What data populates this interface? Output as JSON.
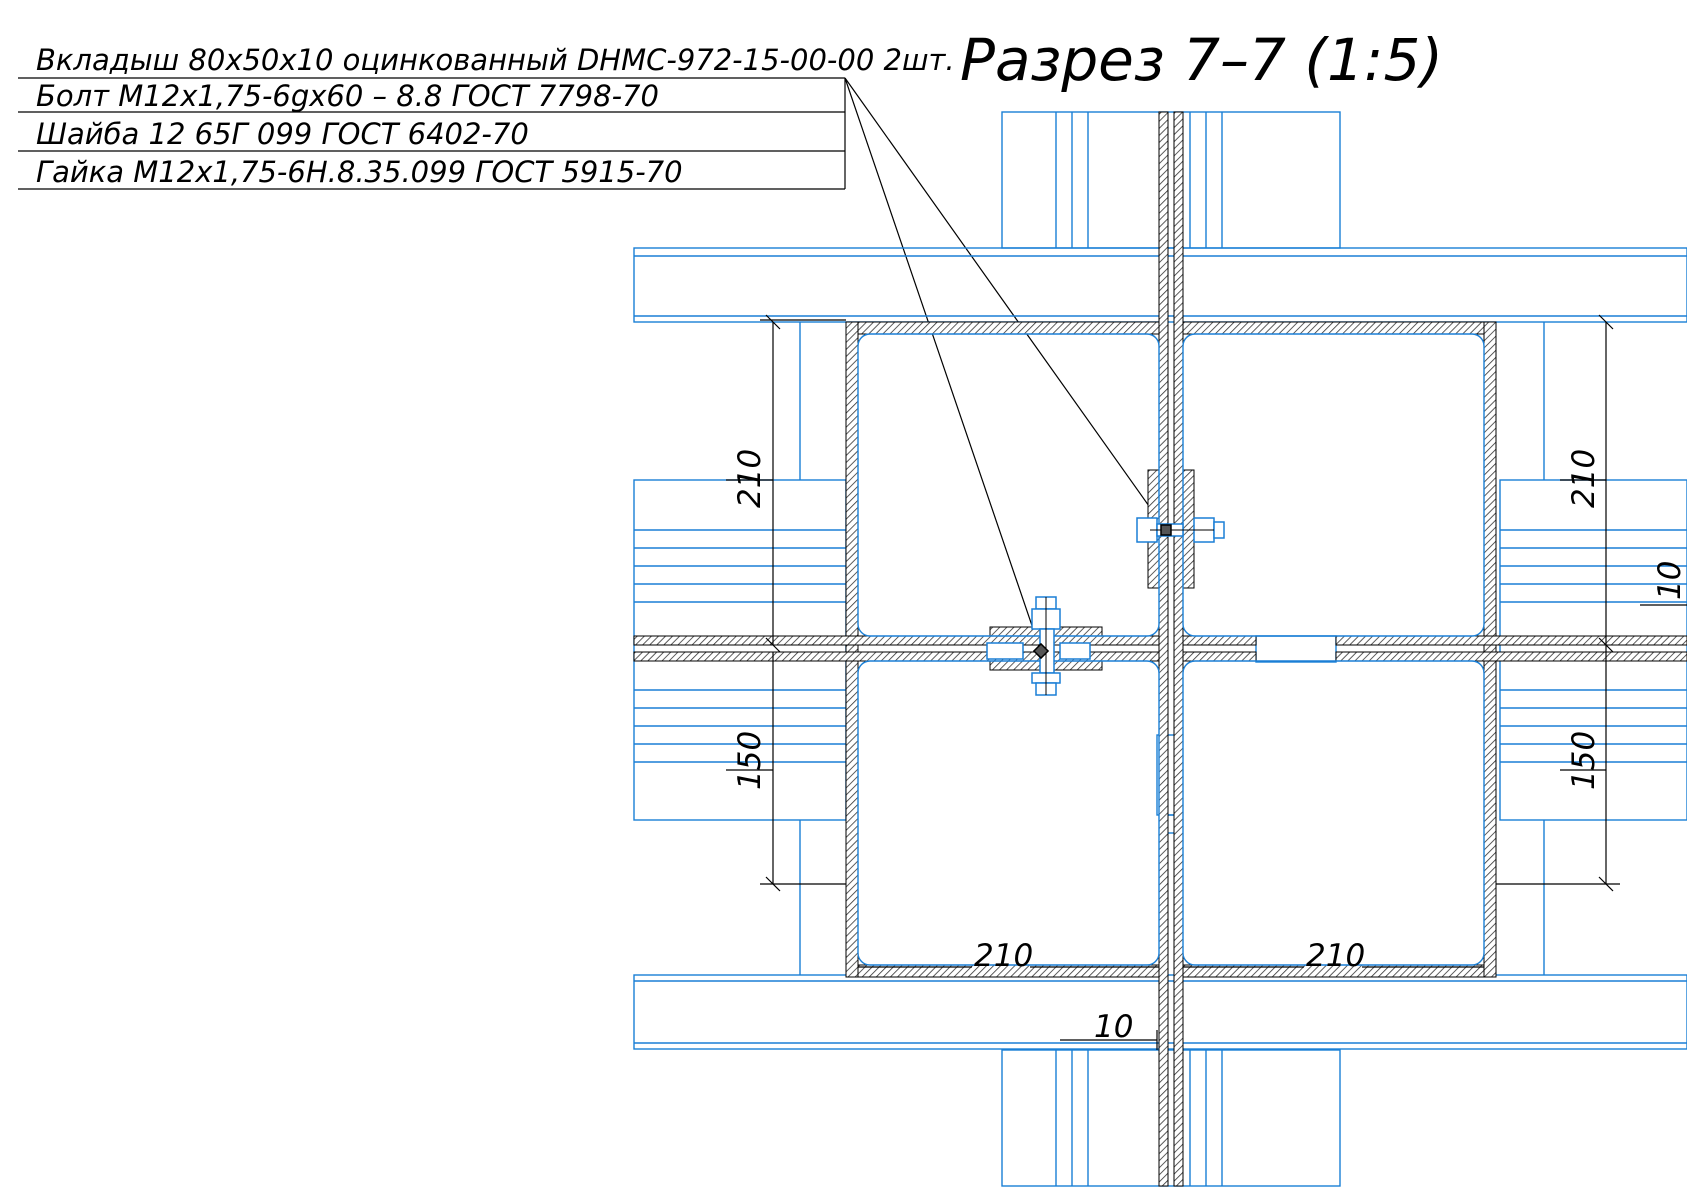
{
  "drawing": {
    "title": "Разрез 7–7 (1:5)",
    "callouts": [
      "Вкладыш 80х50х10 оцинкованный DНМС-972-15-00-00 2шт.",
      "Болт М12х1,75-6gх60 – 8.8 ГОСТ 7798-70",
      "Шайба 12 65Г 099 ГОСТ 6402-70",
      "Гайка М12х1,75-6Н.8.35.099 ГОСТ 5915-70"
    ],
    "dimensions": {
      "left_upper_height": "210",
      "left_lower_height": "150",
      "right_upper_height": "210",
      "right_lower_height": "150",
      "right_gap": "10",
      "bottom_left_width": "210",
      "bottom_right_width": "210",
      "bottom_gap": "10"
    },
    "colors": {
      "outline": "#1a7fd6",
      "line": "#000000",
      "hatch": "#444444",
      "background": "#ffffff"
    }
  }
}
